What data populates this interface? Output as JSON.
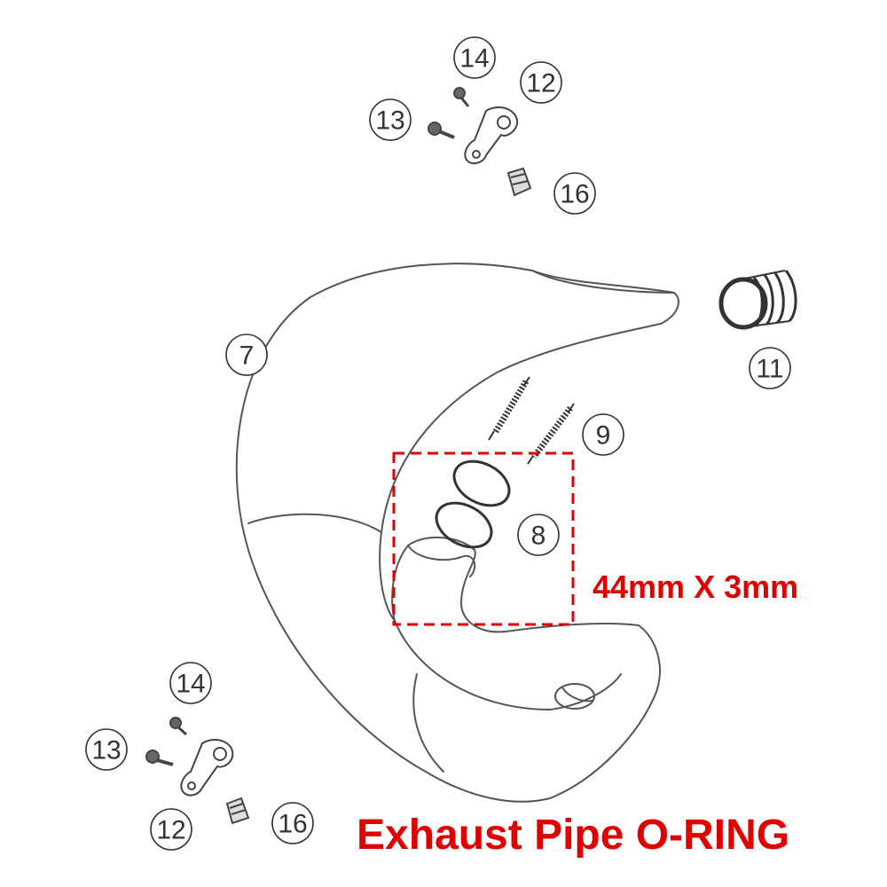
{
  "colors": {
    "line": "#555555",
    "callout": "#333333",
    "highlight": "#e00000",
    "background": "#ffffff"
  },
  "callouts": [
    {
      "id": "c14-top",
      "label": "14"
    },
    {
      "id": "c12-top",
      "label": "12"
    },
    {
      "id": "c13-top",
      "label": "13"
    },
    {
      "id": "c16-top",
      "label": "16"
    },
    {
      "id": "c7",
      "label": "7"
    },
    {
      "id": "c11",
      "label": "11"
    },
    {
      "id": "c9",
      "label": "9"
    },
    {
      "id": "c8",
      "label": "8"
    },
    {
      "id": "c14-bot",
      "label": "14"
    },
    {
      "id": "c13-bot",
      "label": "13"
    },
    {
      "id": "c12-bot",
      "label": "12"
    },
    {
      "id": "c16-bot",
      "label": "16"
    }
  ],
  "annotations": {
    "dimensions": "44mm X 3mm",
    "title": "Exhaust Pipe O-RING"
  }
}
